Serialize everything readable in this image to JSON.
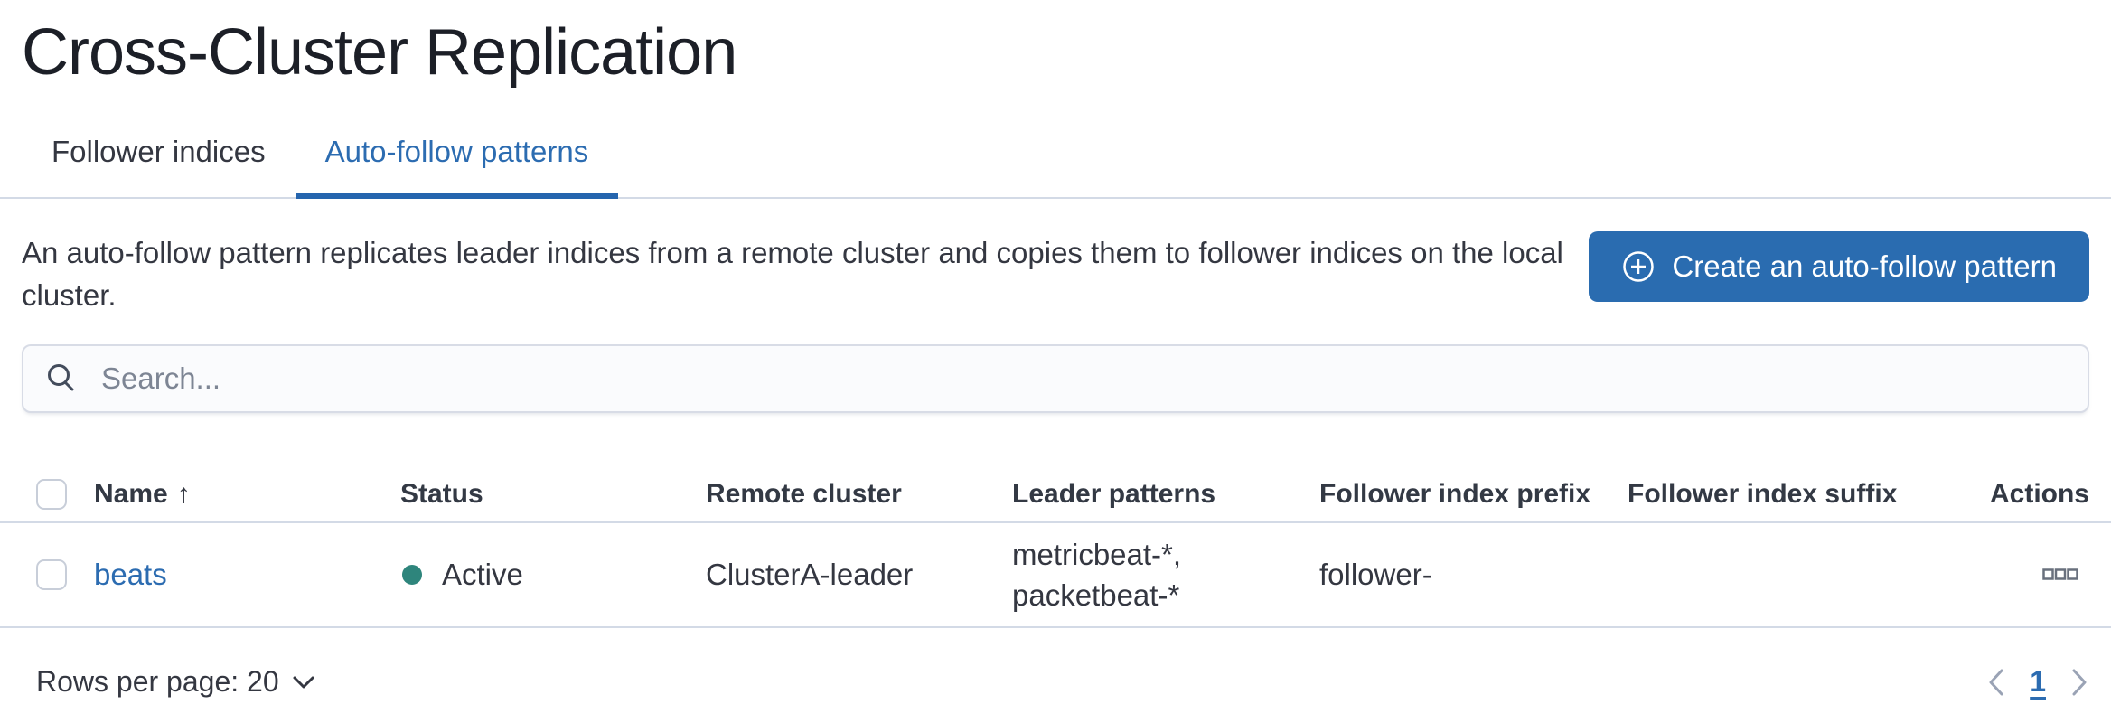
{
  "page": {
    "title": "Cross-Cluster Replication"
  },
  "tabs": [
    {
      "label": "Follower indices",
      "active": false
    },
    {
      "label": "Auto-follow patterns",
      "active": true
    }
  ],
  "intro": {
    "description": "An auto-follow pattern replicates leader indices from a remote cluster and copies them to follower indices on the local cluster.",
    "create_button_label": "Create an auto-follow pattern"
  },
  "search": {
    "placeholder": "Search..."
  },
  "table": {
    "columns": [
      "Name",
      "Status",
      "Remote cluster",
      "Leader patterns",
      "Follower index prefix",
      "Follower index suffix",
      "Actions"
    ],
    "sort_column": "Name",
    "rows": [
      {
        "name": "beats",
        "status": "Active",
        "remote_cluster": "ClusterA-leader",
        "leader_patterns": [
          "metricbeat-*,",
          "packetbeat-*"
        ],
        "follower_index_prefix": "follower-",
        "follower_index_suffix": ""
      }
    ]
  },
  "footer": {
    "rows_per_page_label": "Rows per page: 20",
    "current_page": "1"
  },
  "icons": {
    "sort_asc": "↑"
  },
  "colors": {
    "accent": "#2c6cb1",
    "button_bg": "#2a6cb0",
    "tab_underline": "#2565ae",
    "status_dot": "#2e857c",
    "divider": "#d3dae6",
    "text": "#343741",
    "title_text": "#1c1f27",
    "muted_icon": "#69707d",
    "placeholder": "#7d8594",
    "pagination_chevron": "#9aa3b5"
  }
}
